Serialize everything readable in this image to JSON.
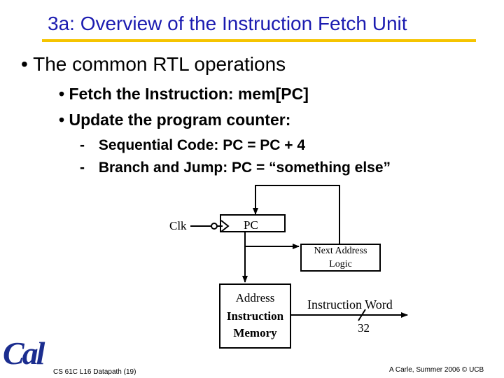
{
  "slide": {
    "title": "3a: Overview of the Instruction Fetch Unit",
    "bullets": {
      "main": "The common RTL operations",
      "fetch": "Fetch the Instruction: mem[PC]",
      "update": "Update the program counter:",
      "sequential": "Sequential Code: PC = PC + 4",
      "branch": "Branch and Jump:   PC = “something else”",
      "dash": "-",
      "dot": "•"
    }
  },
  "diagram": {
    "clk_label": "Clk",
    "pc_label": "PC",
    "next_address_line1": "Next Address",
    "next_address_line2": "Logic",
    "memory_line1": "Address",
    "memory_line2": "Instruction",
    "memory_line3": "Memory",
    "output_label": "Instruction Word",
    "bus_width": "32"
  },
  "footer": {
    "course": "CS 61C L16 Datapath (19)",
    "credit": "A Carle, Summer 2006 © UCB",
    "logo_text": "Cal"
  },
  "colors": {
    "title": "#1b1bb0",
    "rule": "#f5c400",
    "logo": "#1b2d8f"
  }
}
